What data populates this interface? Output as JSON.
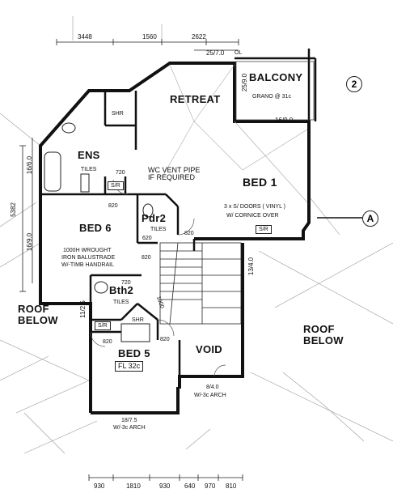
{
  "top_dims": {
    "d1": "3448",
    "d2": "1560",
    "d3": "2622",
    "d4": "25/7.0"
  },
  "bottom_dims": [
    "930",
    "1810",
    "930",
    "640",
    "970",
    "810"
  ],
  "rooms": {
    "retreat": "RETREAT",
    "balcony": "BALCONY",
    "balcony_finish": "GRANO @ 31c",
    "ens": "ENS",
    "shr1": "SHR",
    "tiles1": "TILES",
    "bed1": "BED 1",
    "bed6": "BED 6",
    "pdr2": "Pdr2",
    "tiles_pdr": "TILES",
    "bth2": "Bth2",
    "tiles_bth": "TILES",
    "shr2": "SHR",
    "bed5": "BED 5",
    "void": "VOID",
    "roof_below_left": "ROOF\nBELOW",
    "roof_below_right": "ROOF\nBELOW"
  },
  "notes": {
    "wc_vent": "WC VENT PIPE",
    "if_required": "IF REQUIRED",
    "doors": "3 x S/ DOORS ( VINYL )",
    "cornice": "W/ CORNICE OVER",
    "balustrade1": "1000H WROUGHT",
    "balustrade2": "IRON BALUSTRADE",
    "balustrade3": "W/-TIMB HANDRAIL",
    "fl": "FL 32c",
    "arch1": "W/-3c ARCH",
    "arch2": "W/-3c ARCH"
  },
  "labels": {
    "sr1": "S/R",
    "sr2": "S/R",
    "sr3": "S/R",
    "d720a": "720",
    "d820a": "820",
    "d620": "620",
    "d820b": "820",
    "d820c": "820",
    "d720b": "720",
    "d820d": "820",
    "d820e": "820",
    "d1000": "1000",
    "balcony_dim": "25/9.0",
    "bed1_dim": "16/9.0",
    "ens_dim": "16/6.0",
    "bed6_dim": "16/9.0",
    "total_dim": "5382",
    "void_dim": "13/4.0",
    "bth_dim": "11/2.5",
    "void_bottom": "8/4.0",
    "bed5_bottom": "18/7.5",
    "ol": "OL"
  },
  "markers": {
    "a": "A",
    "two": "2"
  }
}
